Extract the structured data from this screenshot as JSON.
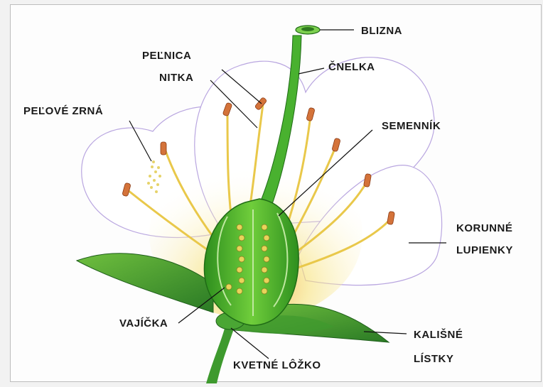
{
  "labels": {
    "blizna": "BLIZNA",
    "pelnica": "PEĽNICA",
    "cnelka": "ČNELKA",
    "nitka": "NITKA",
    "pelove_zrna": "PEĽOVÉ ZRNÁ",
    "semennik": "SEMENNÍK",
    "korunne": "KORUNNÉ",
    "lupienky": "LUPIENKY",
    "vajicka": "VAJÍČKA",
    "kalisne": "KALIŠNÉ",
    "listky": "LÍSTKY",
    "kvetne_lozko": "KVETNÉ LÔŽKO"
  },
  "colors": {
    "petal_edge": "#b9a6e0",
    "pistil_green": "#3fae2e",
    "leaf_green": "#2f8f2a",
    "stamen_yellow": "#e9c84a",
    "anther_orange": "#d4733a"
  }
}
